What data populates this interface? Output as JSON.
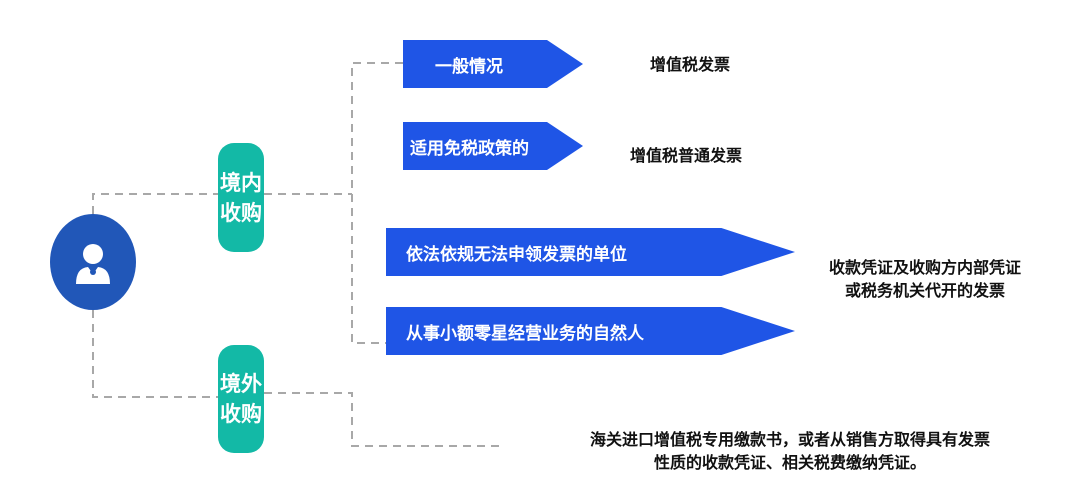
{
  "root": {
    "icon": "user-icon"
  },
  "branches": [
    {
      "label_line1": "境内",
      "label_line2": "收购"
    },
    {
      "label_line1": "境外",
      "label_line2": "收购"
    }
  ],
  "cases": [
    {
      "label": "一般情况"
    },
    {
      "label": "适用免税政策的"
    },
    {
      "label": "依法依规无法申领发票的单位"
    },
    {
      "label": "从事小额零星经营业务的自然人"
    }
  ],
  "results": [
    {
      "line1": "增值税发票"
    },
    {
      "line1": "增值税普通发票"
    },
    {
      "line1": "收款凭证及收购方内部凭证",
      "line2": "或税务机关代开的发票"
    },
    {
      "line1": "海关进口增值税专用缴款书，或者从销售方取得具有发票",
      "line2": "性质的收款凭证、相关税费缴纳凭证。"
    }
  ],
  "colors": {
    "branch": "#13b9a6",
    "arrow": "#1f55e6",
    "avatar": "#2157b8",
    "connector": "#a8a8a8"
  }
}
